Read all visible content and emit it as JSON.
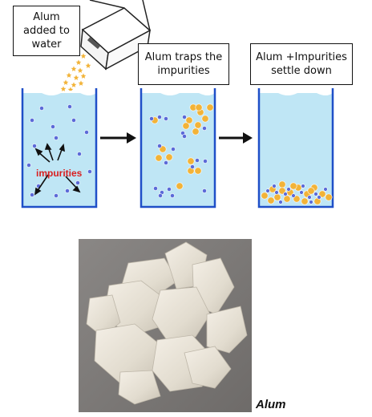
{
  "steps": [
    {
      "label_lines": [
        "Alum",
        "added to",
        "water"
      ]
    },
    {
      "label_lines": [
        "Alum traps the",
        "impurities"
      ]
    },
    {
      "label_lines": [
        "Alum +Impurities",
        "settle down"
      ]
    }
  ],
  "impurities_label": "impurities",
  "photo_caption": "Alum",
  "colors": {
    "water": "#bfe6f5",
    "beaker_edge": "#1f4fc8",
    "impurity": "#5b6ad8",
    "alum_particle": "#f2b338",
    "impurities_text": "#d92020"
  }
}
